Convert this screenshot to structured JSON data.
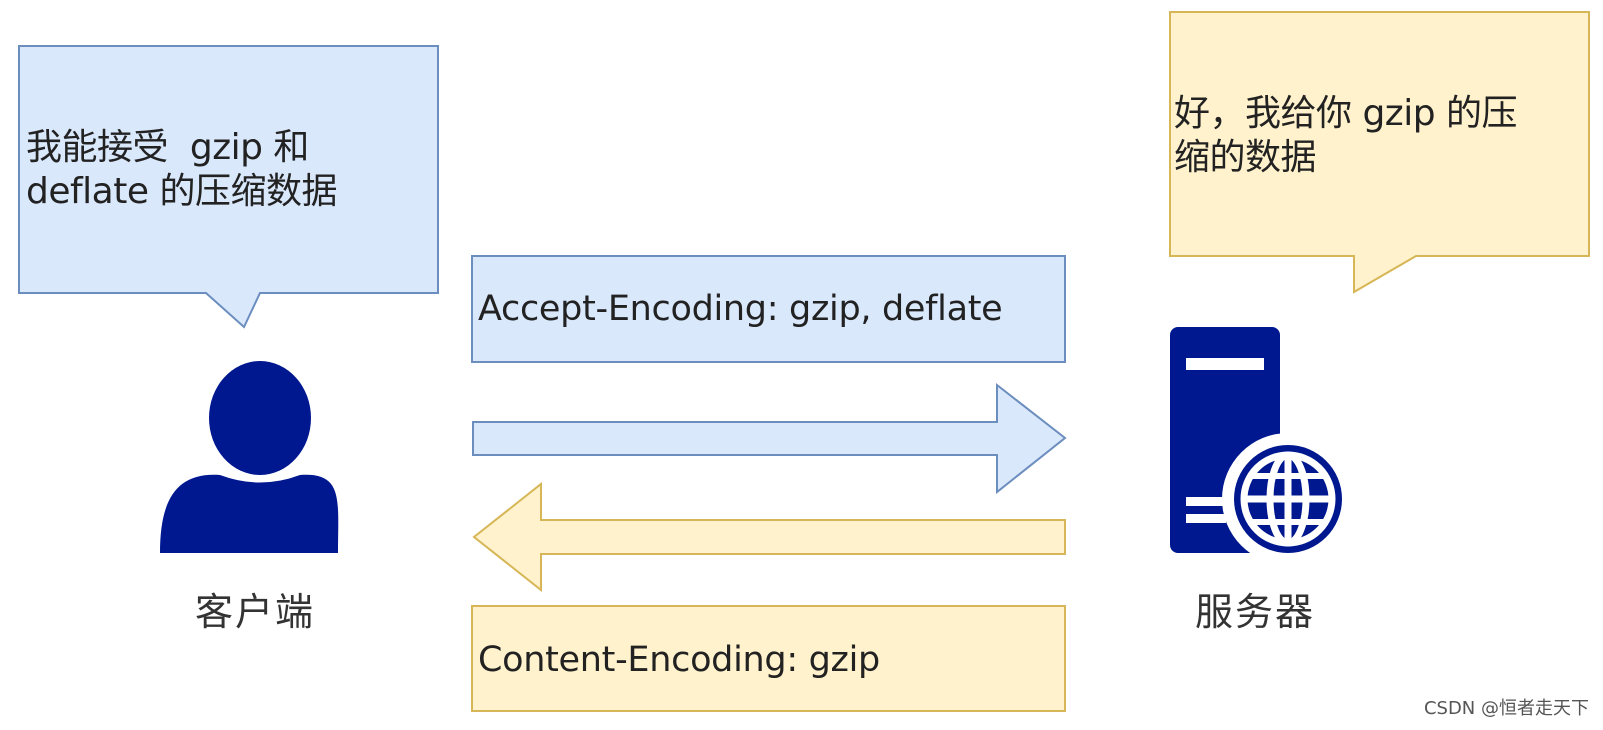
{
  "client": {
    "bubble_line1": "我能接受  gzip 和",
    "bubble_line2": "deflate 的压缩数据",
    "label": "客户端",
    "icon": "user-icon"
  },
  "server": {
    "bubble_line1": "好，我给你 gzip 的压",
    "bubble_line2": "缩的数据",
    "label": "服务器",
    "icon": "server-globe-icon"
  },
  "request": {
    "header": "Accept-Encoding: gzip, deflate"
  },
  "response": {
    "header": "Content-Encoding: gzip"
  },
  "watermark": "CSDN @恒者走天下",
  "colors": {
    "blue_fill": "#dae8fc",
    "blue_stroke": "#6c8ebf",
    "yellow_fill": "#fff2cc",
    "yellow_stroke": "#d6b656",
    "icon_navy": "#00188f"
  }
}
